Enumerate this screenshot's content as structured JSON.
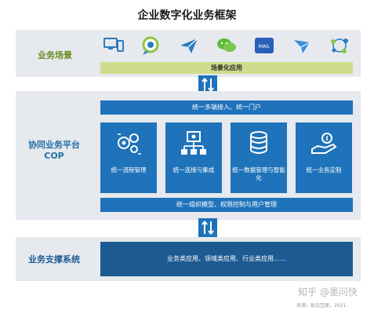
{
  "title": "企业数字化业务框架",
  "scenario": {
    "label": "业务场景",
    "apps": [
      "monitor-devices-icon",
      "chat-bubble-icon",
      "send-plane-icon",
      "wechat-icon",
      "weibo-icon",
      "dingtalk-icon",
      "network-icon"
    ],
    "bar": "场景化应用"
  },
  "cop": {
    "label_line1": "协同业务平台",
    "label_line2": "COP",
    "top_bar": "统一多端接入、统一门户",
    "cards": [
      {
        "label": "统一流程管理",
        "icon": "gears-icon"
      },
      {
        "label": "统一连接与集成",
        "icon": "connection-icon"
      },
      {
        "label": "统一数据管理与智能化",
        "icon": "database-icon"
      },
      {
        "label": "统一业务定制",
        "icon": "hand-coin-icon"
      }
    ],
    "bottom_bar": "统一组织模型、权限控制与用户管理"
  },
  "support": {
    "label": "业务支撑系统",
    "bar": "业务类应用、领域类应用、行业类应用……"
  },
  "watermark": "知乎 @墨问快",
  "source": "来源：致远互联，2021",
  "colors": {
    "green_label": "#6a8d1e",
    "lime_bar": "#cfdc8d",
    "blue": "#1f73ba",
    "dark_blue": "#1d5a91",
    "panel": "#e6e9ee"
  }
}
